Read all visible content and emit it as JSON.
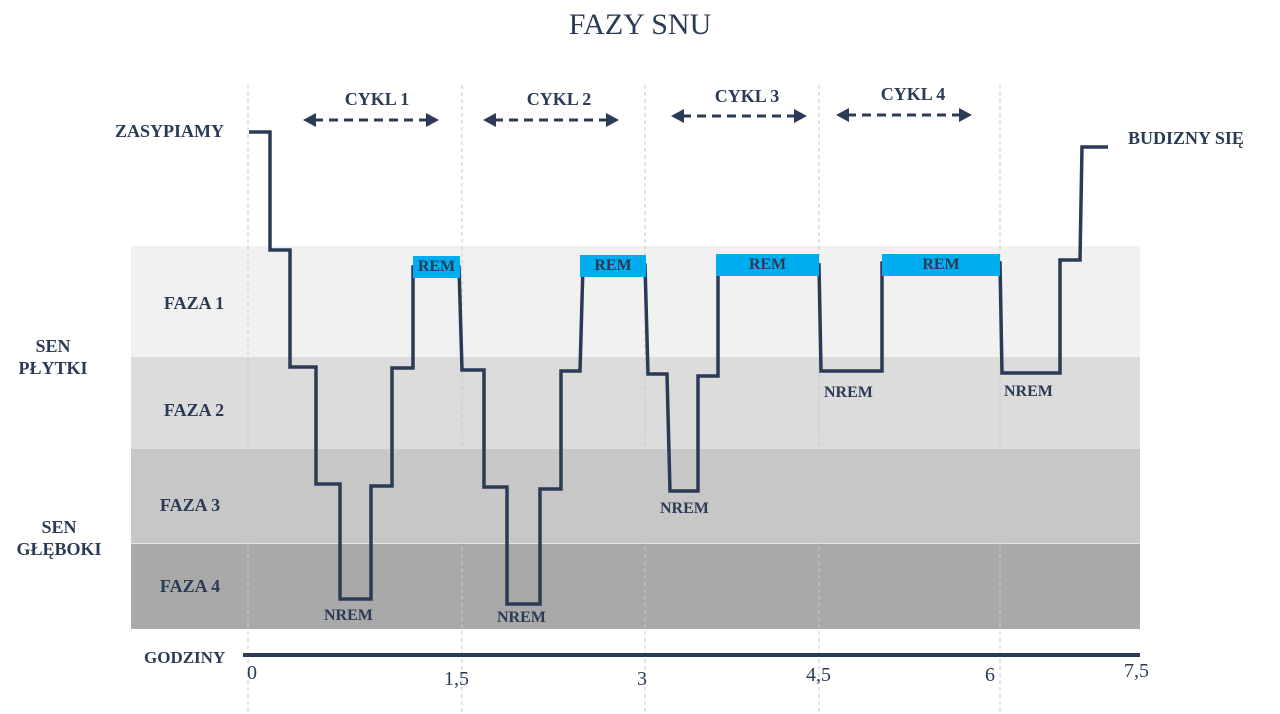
{
  "title": "FAZY SNU",
  "colors": {
    "line": "#2b3a55",
    "rem": "#00aeef",
    "band1": "#f1f1f1",
    "band2": "#dcdcdc",
    "band3": "#c7c7c7",
    "band4": "#a9a9a9"
  },
  "bands": {
    "faza1": "FAZA 1",
    "faza2": "FAZA 2",
    "faza3": "FAZA 3",
    "faza4": "FAZA 4"
  },
  "groups": {
    "light": "SEN PŁYTKI",
    "deep": "SEN GŁĘBOKI"
  },
  "start_label": "ZASYPIAMY",
  "end_label": "BUDIZNY SIĘ",
  "cycles": [
    "CYKL 1",
    "CYKL 2",
    "CYKL 3",
    "CYKL 4"
  ],
  "rem_label": "REM",
  "nrem_label": "NREM",
  "axis": {
    "label": "GODZINY",
    "ticks": [
      "0",
      "1,5",
      "3",
      "4,5",
      "6",
      "7,5"
    ]
  }
}
